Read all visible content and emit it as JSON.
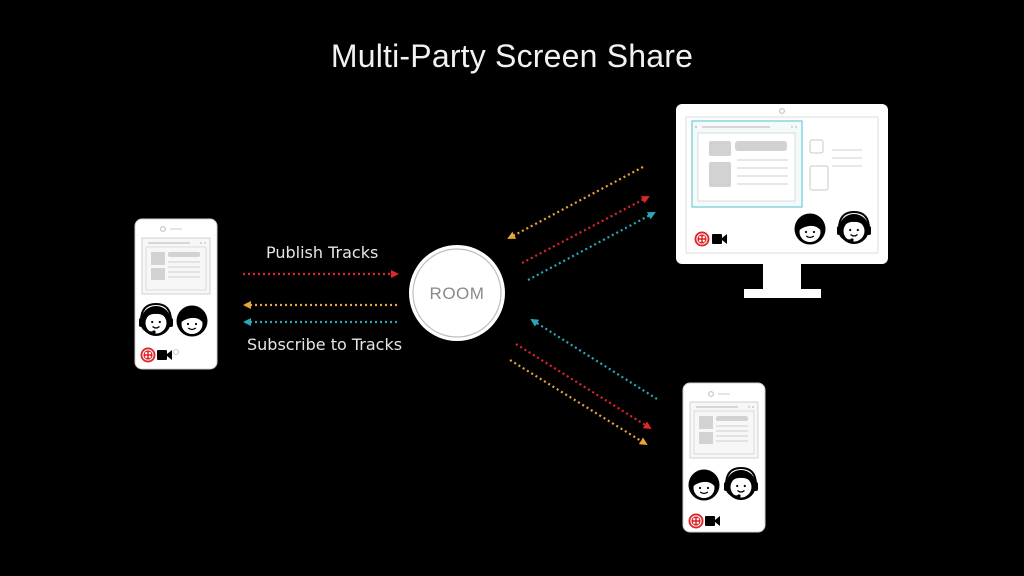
{
  "title": "Multi-Party Screen Share",
  "labels": {
    "publish": "Publish Tracks",
    "subscribe": "Subscribe to Tracks"
  },
  "room": {
    "label": "ROOM"
  },
  "colors": {
    "background": "#000000",
    "red": "#e0262b",
    "orange": "#e8a53a",
    "teal": "#29a9b8",
    "brand": "#e0262b"
  },
  "icons": [
    "twilio-logo-icon",
    "video-camera-icon",
    "woman-face-icon",
    "man-face-icon",
    "agent-headset-icon"
  ]
}
